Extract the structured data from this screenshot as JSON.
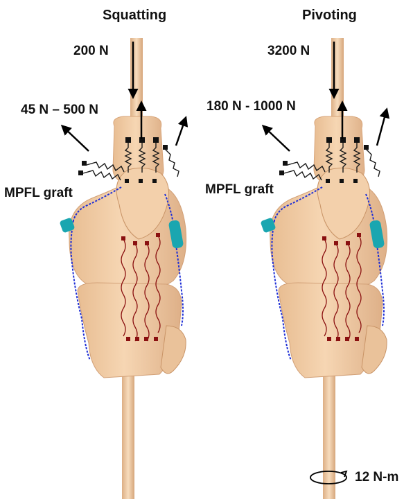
{
  "colors": {
    "bone": "#f2cca4",
    "bone_shade": "#d9a97e",
    "bone_edge": "#c9946a",
    "tendon_springs": "#1a1a1a",
    "mpfl_graft": "#1f2fd6",
    "ligament_cyan": "#1aa6b0",
    "posterior_springs": "#8a1010",
    "arrows": "#000000"
  },
  "left_panel": {
    "title": "Squatting",
    "axial_force": "200 N",
    "quad_force": "45 N – 500 N",
    "graft_label": "MPFL graft"
  },
  "right_panel": {
    "title": "Pivoting",
    "axial_force": "3200 N",
    "quad_force": "180 N - 1000 N",
    "graft_label": "MPFL graft",
    "torque": "12 N-m"
  },
  "icons": [
    "down-arrow-icon",
    "up-arrow-icon",
    "diagonal-arrow-icon",
    "rotation-arrow-icon"
  ]
}
